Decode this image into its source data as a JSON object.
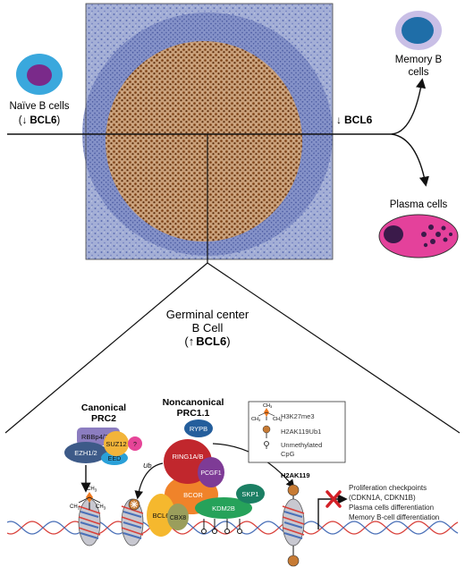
{
  "micrograph": {
    "stain_colors": {
      "background": "#9aa6cf",
      "mantle": "#6f7fc0",
      "germinal_center": "#b07a45"
    }
  },
  "labels": {
    "naive": {
      "line1": "Naïve B cells",
      "line2_arrow": "(↓",
      "line2_bold": "BCL6",
      "line2_close": ")"
    },
    "bcl6_down": {
      "arrow": "↓",
      "bold": "BCL6"
    },
    "memory": {
      "line1": "Memory B",
      "line2": "cells"
    },
    "plasma": {
      "line1": "Plasma cells"
    },
    "germinal": {
      "line1": "Germinal center",
      "line2": "B Cell",
      "line3_arrow": "(↑",
      "line3_bold": "BCL6",
      "line3_close": ")"
    }
  },
  "prc2": {
    "title1": "Canonical",
    "title2": "PRC2",
    "subunits": {
      "rbbp": "RBBp4/7",
      "suz12": "SUZ12",
      "ezh": "EZH1/2",
      "eed": "EED",
      "unknown": "?"
    }
  },
  "prc11": {
    "title1": "Noncanonical",
    "title2": "PRC1.1",
    "subunits": {
      "rypb": "RYPB",
      "ring": "RING1A/B",
      "pcgf": "PCGF1",
      "bcor": "BCOR",
      "skp1": "SKP1",
      "kdm2b": "KDM2B",
      "bcl6": "BCL6",
      "cbx8": "CBX8"
    }
  },
  "legend": {
    "ch3_top": "CH",
    "ch3_sub": "3",
    "h3k27me3": "H3K27me3",
    "h2ak119ub1": "H2AK119Ub1",
    "unmethylated1": "Unmethylated",
    "unmethylated2": "CpG"
  },
  "mark_labels": {
    "ub1": "Ub",
    "ub2": "Ub",
    "h2ak119": "H2AK119",
    "ch3": "CH",
    "sub3": "3"
  },
  "outcomes": {
    "line1": "Proliferation checkpoints",
    "line2": "(CDKN1A, CDKN1B)",
    "line3": "Plasma cells differentiation",
    "line4": "Memory B-cell differentiation"
  },
  "colors": {
    "naive_outer": "#3aa8dd",
    "naive_inner": "#7a2a8a",
    "memory_outer": "#c9bfe6",
    "memory_inner": "#1f6ea8",
    "plasma_body": "#e4419b",
    "plasma_nucleus": "#3b1a4a",
    "rbbp": "#8c7dc0",
    "suz12": "#f2b43a",
    "ezh": "#3d5a88",
    "eed": "#2aa0d8",
    "unknown": "#e64598",
    "rypb": "#245e9c",
    "ring": "#c1272d",
    "pcgf": "#7e3b96",
    "bcor": "#f0832a",
    "skp1": "#1b7f63",
    "kdm2b": "#26a25a",
    "bcl6": "#f5b82e",
    "cbx8": "#9a9e5c",
    "nucleosome": "#c8c8d0",
    "dna_red": "#d9403a",
    "dna_blue": "#4a70b8",
    "ub_ball": "#c77b34",
    "cross": "#d32027",
    "me_orange": "#f07a1f"
  }
}
